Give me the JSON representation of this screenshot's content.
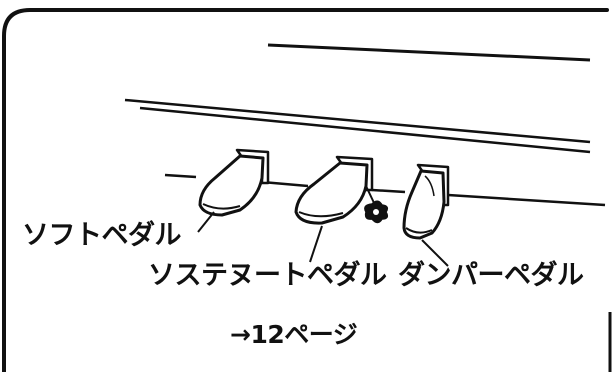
{
  "labels": {
    "soft_pedal": "ソフトペダル",
    "sostenuto_pedal": "ソステヌートペダル",
    "damper_pedal": "ダンパーペダル",
    "page_reference": "→12ページ"
  },
  "colors": {
    "ink": "#111111",
    "background": "#ffffff"
  }
}
